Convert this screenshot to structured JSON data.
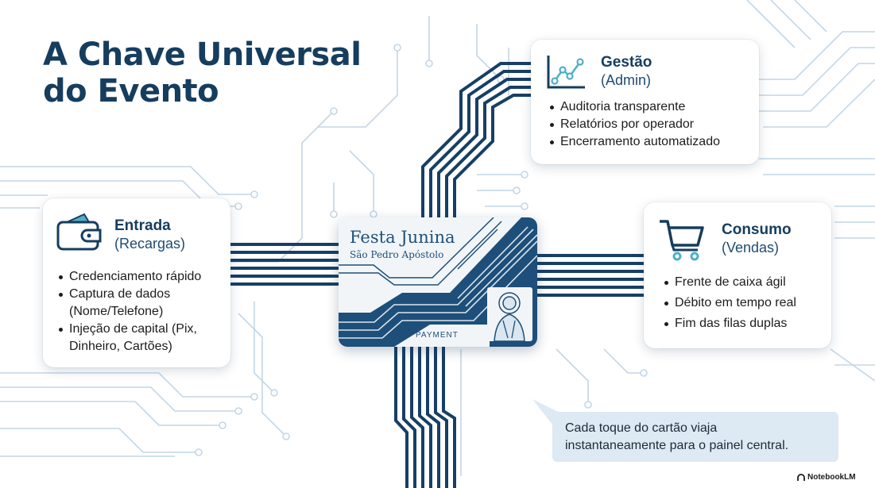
{
  "title": {
    "line1": "A Chave Universal",
    "line2": "do Evento"
  },
  "gestao": {
    "title": "Gestão",
    "subtitle": "(Admin)",
    "icon": "line-chart-icon",
    "bullets": [
      "Auditoria transparente",
      "Relatórios por operador",
      "Encerramento automatizado"
    ]
  },
  "entrada": {
    "title": "Entrada",
    "subtitle": "(Recargas)",
    "icon": "wallet-icon",
    "bullets": [
      "Credenciamento rápido",
      "Captura de dados (Nome/Telefone)",
      "Injeção de capital (Pix, Dinheiro, Cartões)"
    ]
  },
  "consumo": {
    "title": "Consumo",
    "subtitle": "(Vendas)",
    "icon": "shopping-cart-icon",
    "bullets": [
      "Frente de caixa ágil",
      "Débito em tempo real",
      "Fim das filas duplas"
    ]
  },
  "card": {
    "title": "Festa Junina",
    "subtitle": "São Pedro Apóstolo",
    "label": "PAYMENT",
    "figure": "saint-figure-icon"
  },
  "caption": {
    "line1": "Cada toque do cartão viaja",
    "line2": "instantaneamente para o painel central."
  },
  "brand": "NotebookLM",
  "colors": {
    "navy": "#163d5e",
    "trace": "#1d4f7a",
    "trace_light": "#bdd3e4",
    "caption_bg": "#dde9f3"
  }
}
